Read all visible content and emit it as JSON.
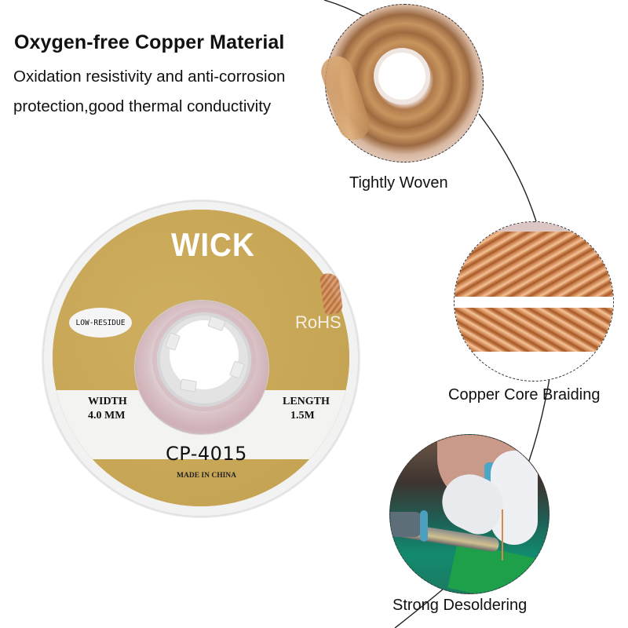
{
  "header": {
    "title": "Oxygen-free Copper Material",
    "description_line1": "Oxidation resistivity and anti-corrosion",
    "description_line2": "protection,good thermal conductivity"
  },
  "product": {
    "brand": "WICK",
    "badge": "LOW-RESIDUE",
    "certification": "RoHS",
    "width_label": "WIDTH",
    "width_value": "4.0 MM",
    "length_label": "LENGTH",
    "length_value": "1.5M",
    "model": "CP-4015",
    "origin": "MADE IN CHINA",
    "colors": {
      "label_gold": "#c9a95c",
      "label_band": "#f3f3f2",
      "rim": "#f1f1f1"
    }
  },
  "features": [
    {
      "caption": "Tightly Woven",
      "image": "spool-closeup"
    },
    {
      "caption": "Copper Core Braiding",
      "image": "braid-closeup"
    },
    {
      "caption": "Strong Desoldering",
      "image": "desoldering-photo"
    }
  ]
}
